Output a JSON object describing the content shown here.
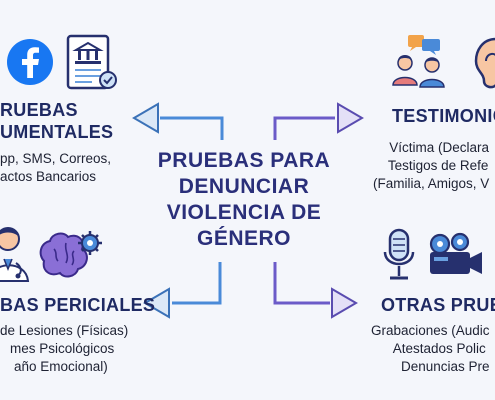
{
  "center": {
    "lines": [
      "PRUEBAS PARA",
      "DENUNCIAR",
      "VIOLENCIA DE",
      "GÉNERO"
    ]
  },
  "top_left": {
    "heading": [
      "RUEBAS",
      "UMENTALES"
    ],
    "body": [
      "pp, SMS, Correos,",
      "actos Bancarios"
    ],
    "icons": [
      "facebook-icon",
      "document-bank-icon"
    ]
  },
  "top_right": {
    "heading": "TESTIMONIC",
    "body": [
      "Víctima (Declara",
      "Testigos de Refe",
      "(Familia, Amigos, V"
    ],
    "icons": [
      "people-talking-icon",
      "ear-icon"
    ]
  },
  "bottom_left": {
    "heading": "BAS PERICIALES",
    "body": [
      "de Lesiones (Físicas)",
      "mes Psicológicos",
      "año Emocional)"
    ],
    "icons": [
      "doctor-icon",
      "brain-gear-icon"
    ]
  },
  "bottom_right": {
    "heading": "OTRAS PRUE",
    "body": [
      "Grabaciones (Audic",
      "Atestados Polic",
      "Denuncias Pre"
    ],
    "icons": [
      "microphone-icon",
      "video-camera-icon"
    ]
  },
  "colors": {
    "title": "#2a2f7a",
    "arrow_blue": "#4a8ad8",
    "arrow_purple": "#6b5bc8",
    "background": "#f4f6fb"
  }
}
